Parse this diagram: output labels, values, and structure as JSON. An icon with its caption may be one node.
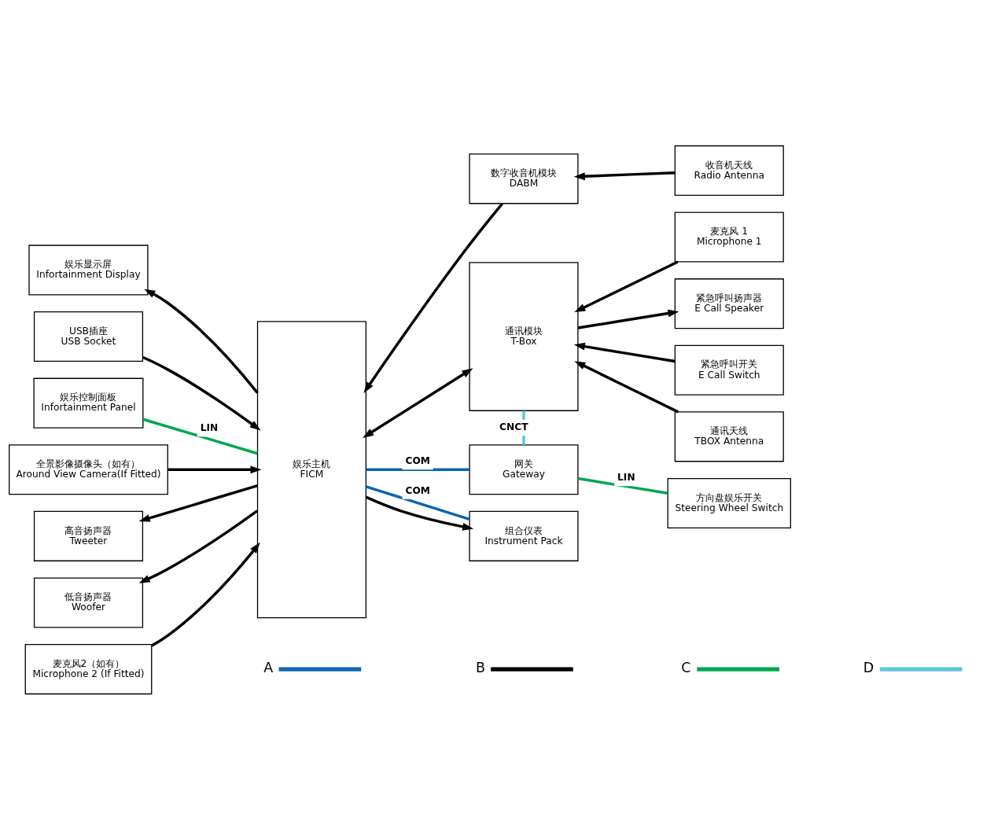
{
  "diagram": {
    "nodes": [
      {
        "text": [
          "娱乐显示屏",
          "Infortainment Display"
        ]
      },
      {
        "text": [
          "USB插座",
          "USB Socket"
        ]
      },
      {
        "text": [
          "娱乐控制面板",
          "Infortainment Panel"
        ]
      },
      {
        "text": [
          "全景影像摄像头（如有）",
          "Around View Camera(If Fitted)"
        ]
      },
      {
        "text": [
          "高音扬声器",
          "Tweeter"
        ]
      },
      {
        "text": [
          "低音扬声器",
          "Woofer"
        ]
      },
      {
        "text": [
          "麦克风2（如有）",
          "Microphone 2 (If Fitted)"
        ]
      },
      {
        "text": [
          "娱乐主机",
          "FICM"
        ]
      },
      {
        "text": [
          "数字收音机模块",
          "DABM"
        ]
      },
      {
        "text": [
          "收音机天线",
          "Radio Antenna"
        ]
      },
      {
        "text": [
          "通讯模块",
          "T-Box"
        ]
      },
      {
        "text": [
          "麦克风 1",
          "Microphone 1"
        ]
      },
      {
        "text": [
          "紧急呼叫扬声器",
          "E Call Speaker"
        ]
      },
      {
        "text": [
          "紧急呼叫开关",
          "E Call Switch"
        ]
      },
      {
        "text": [
          "通讯天线",
          "TBOX Antenna"
        ]
      },
      {
        "text": [
          "网关",
          "Gateway"
        ]
      },
      {
        "text": [
          "方向盘娱乐开关",
          "Steering Wheel Switch"
        ]
      },
      {
        "text": [
          "组合仪表",
          "Instrument Pack"
        ]
      }
    ],
    "edges": [
      {
        "from": 7,
        "to": 0,
        "arrow": "to"
      },
      {
        "from": 1,
        "to": 7,
        "arrow": "to"
      },
      {
        "from": 2,
        "to": 7,
        "arrow": "none",
        "label": "LIN",
        "color": "#00a651"
      },
      {
        "from": 3,
        "to": 7,
        "arrow": "to"
      },
      {
        "from": 7,
        "to": 4,
        "arrow": "to"
      },
      {
        "from": 7,
        "to": 5,
        "arrow": "to"
      },
      {
        "from": 6,
        "to": 7,
        "arrow": "to"
      },
      {
        "from": 8,
        "to": 7,
        "arrow": "to"
      },
      {
        "from": 9,
        "to": 8,
        "arrow": "to"
      },
      {
        "from": 7,
        "to": 10,
        "arrow": "both"
      },
      {
        "from": 11,
        "to": 10,
        "arrow": "to"
      },
      {
        "from": 10,
        "to": 12,
        "arrow": "to"
      },
      {
        "from": 13,
        "to": 10,
        "arrow": "to"
      },
      {
        "from": 14,
        "to": 10,
        "arrow": "to"
      },
      {
        "from": 10,
        "to": 15,
        "arrow": "none",
        "label": "CNCT",
        "color": "#5bc8d8"
      },
      {
        "from": 7,
        "to": 15,
        "arrow": "none",
        "label": "COM",
        "color": "#0a64b4"
      },
      {
        "from": 16,
        "to": 15,
        "arrow": "none",
        "label": "LIN",
        "color": "#00a651"
      },
      {
        "from": 7,
        "to": 17,
        "arrow": "none",
        "label": "COM",
        "color": "#0a64b4"
      },
      {
        "from": 7,
        "to": 17,
        "arrow": "to"
      }
    ],
    "legend": [
      {
        "text": "A",
        "color": "#0a64b4"
      },
      {
        "text": "B"
      },
      {
        "text": "C",
        "color": "#00a651"
      },
      {
        "text": "D",
        "color": "#5bc8d8"
      }
    ]
  }
}
